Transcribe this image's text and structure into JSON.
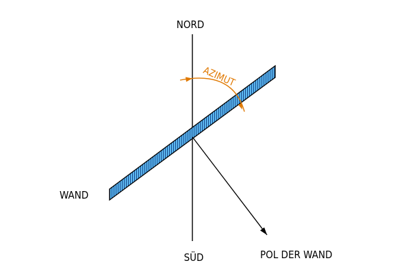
{
  "labels": {
    "north": "NORD",
    "south": "SÜD",
    "wall": "WAND",
    "pole": "POL DER WAND",
    "azimuth": "AZIMUT"
  },
  "colors": {
    "line": "#000000",
    "wall_fill": "#5cb8f0",
    "wall_hatch": "#1a4a8a",
    "azimuth": "#e07800"
  }
}
